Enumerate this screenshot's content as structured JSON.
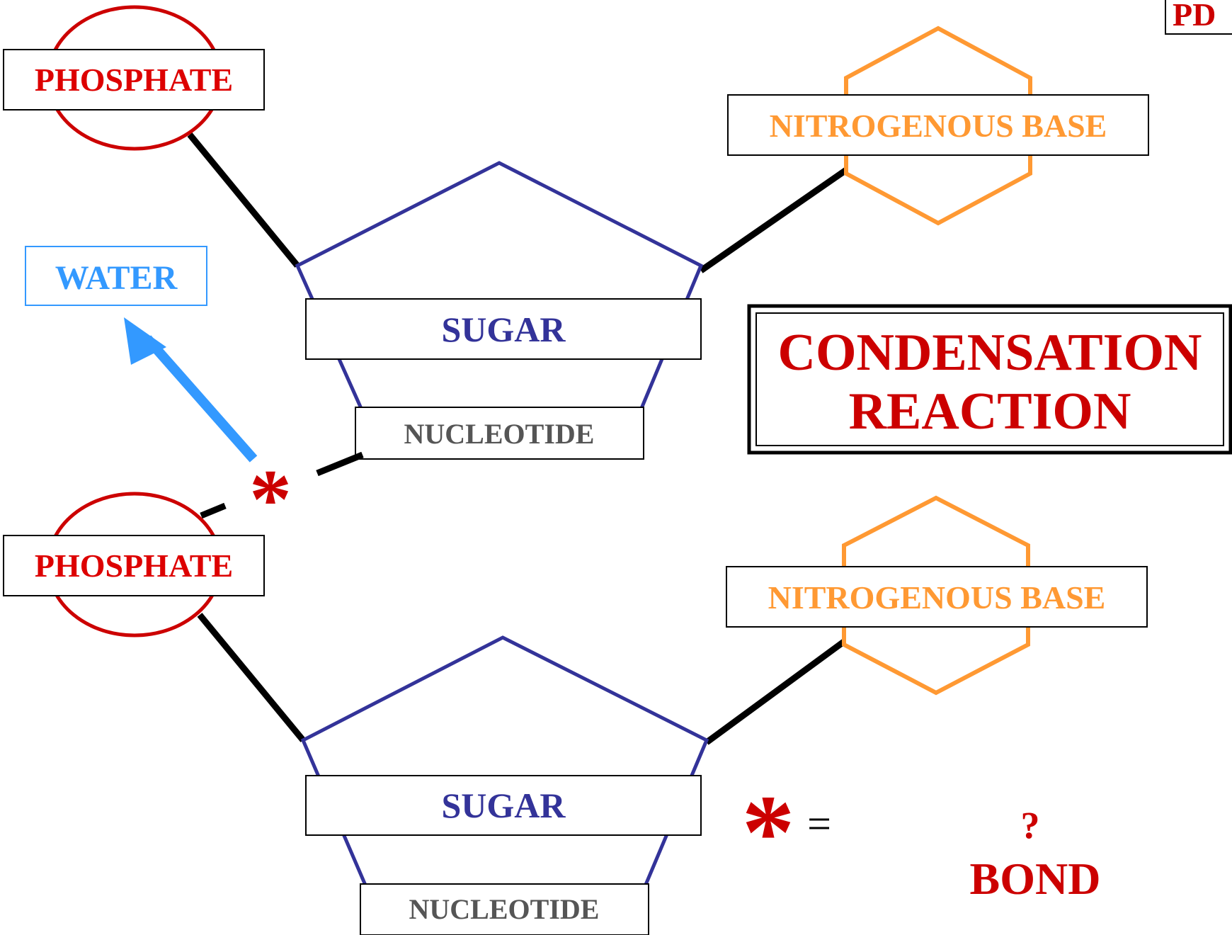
{
  "corner_tag": "PD",
  "title": {
    "line1": "CONDENSATION",
    "line2": "REACTION"
  },
  "water_label": "WATER",
  "nucleotides": [
    {
      "phosphate_label": "PHOSPHATE",
      "sugar_label": "SUGAR",
      "base_label": "NITROGENOUS BASE",
      "nucleotide_label": "NUCLEOTIDE"
    },
    {
      "phosphate_label": "PHOSPHATE",
      "sugar_label": "SUGAR",
      "base_label": "NITROGENOUS BASE",
      "nucleotide_label": "NUCLEOTIDE"
    }
  ],
  "bond_marker": "*",
  "legend": {
    "marker": "*",
    "equals": "=",
    "unknown": "?",
    "term": "BOND"
  },
  "colors": {
    "phosphate": "#cc0000",
    "sugar": "#333399",
    "base": "#ff9933",
    "water": "#3399ff",
    "bond_line": "#000000",
    "title": "#cc0000",
    "nucleotide_text": "#555555"
  }
}
